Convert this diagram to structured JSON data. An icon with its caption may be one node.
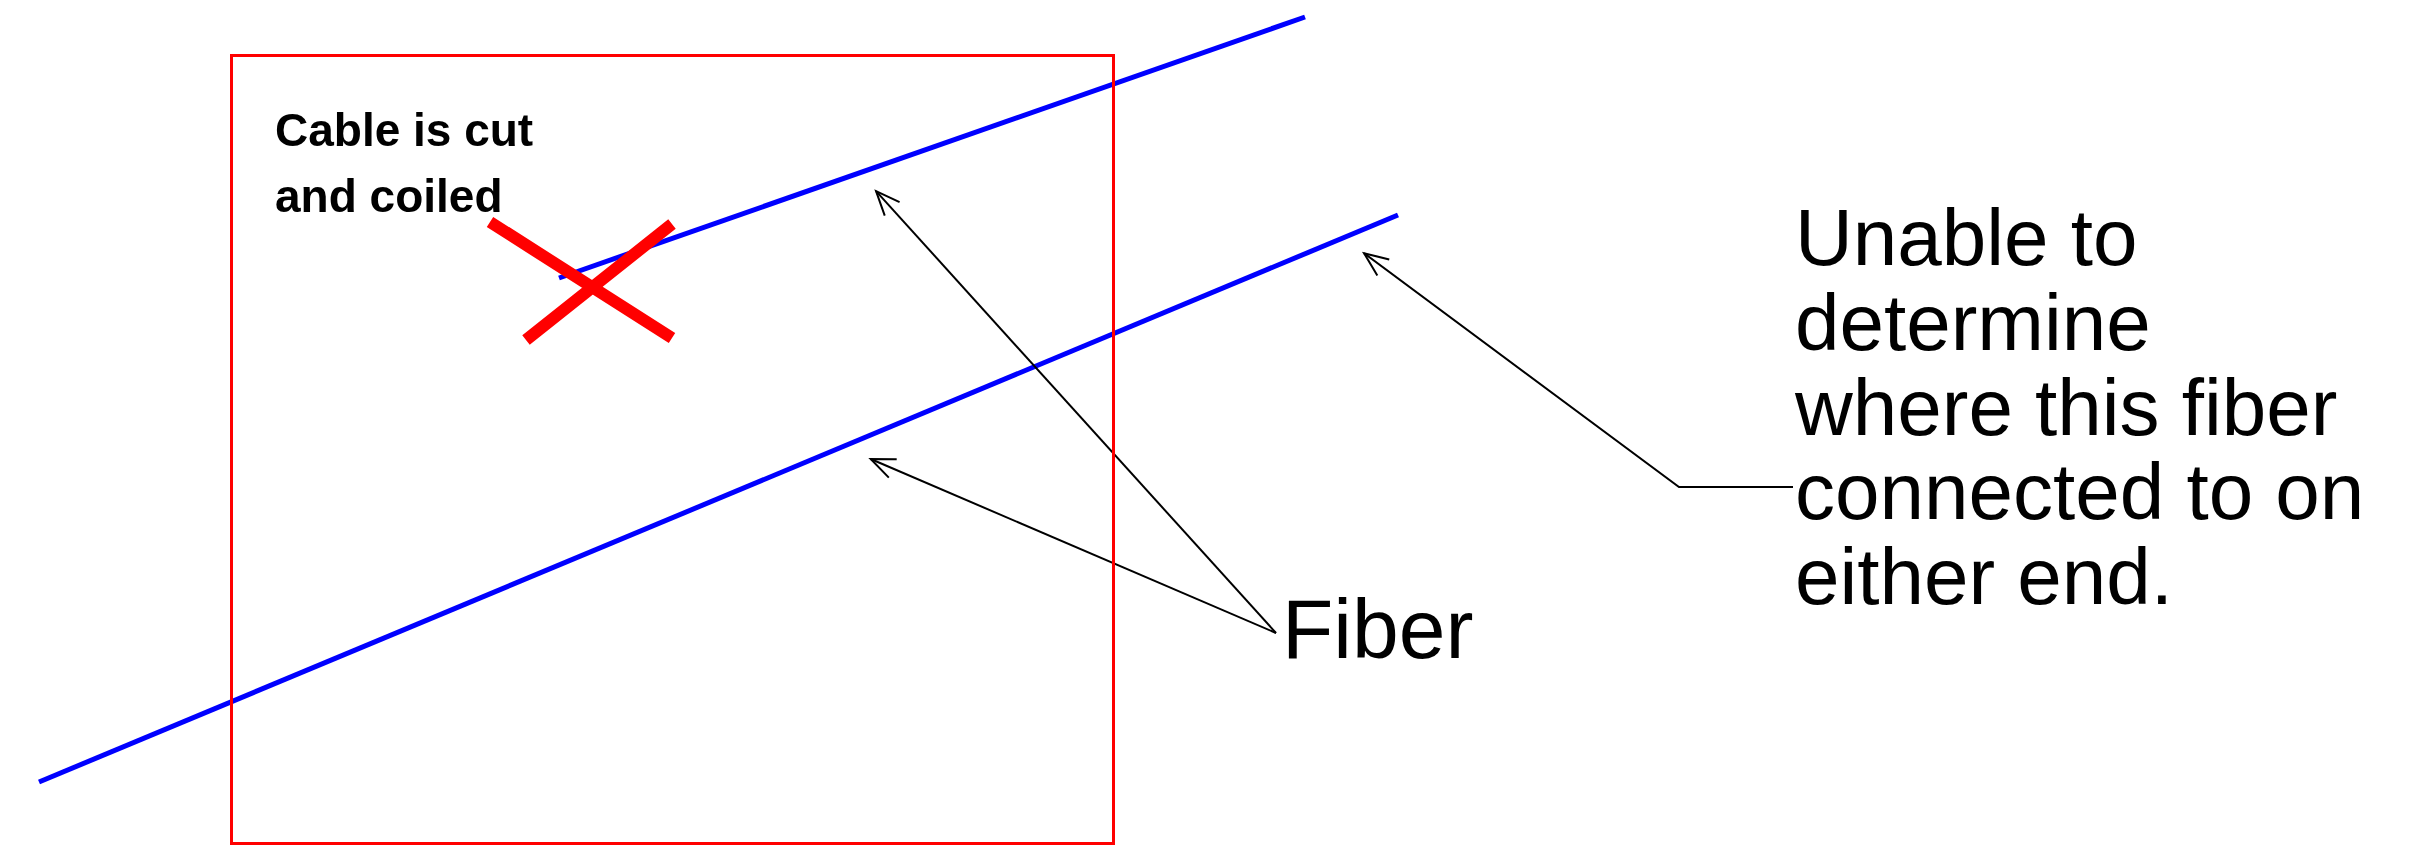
{
  "diagram": {
    "nodes": [
      {
        "text": [
          "Cable is cut and coiled"
        ]
      },
      {
        "text": [],
        "shape": "line"
      },
      {
        "text": [],
        "shape": "line"
      },
      {
        "text": [
          "Fiber"
        ]
      },
      {
        "text": [
          "Unable to determine where this fiber connected to on either end."
        ]
      }
    ],
    "edges": [
      {
        "from": 3,
        "to": 1,
        "arrow": "to"
      },
      {
        "from": 3,
        "to": 2,
        "arrow": "to"
      },
      {
        "from": 4,
        "to": 2,
        "arrow": "to"
      }
    ]
  }
}
